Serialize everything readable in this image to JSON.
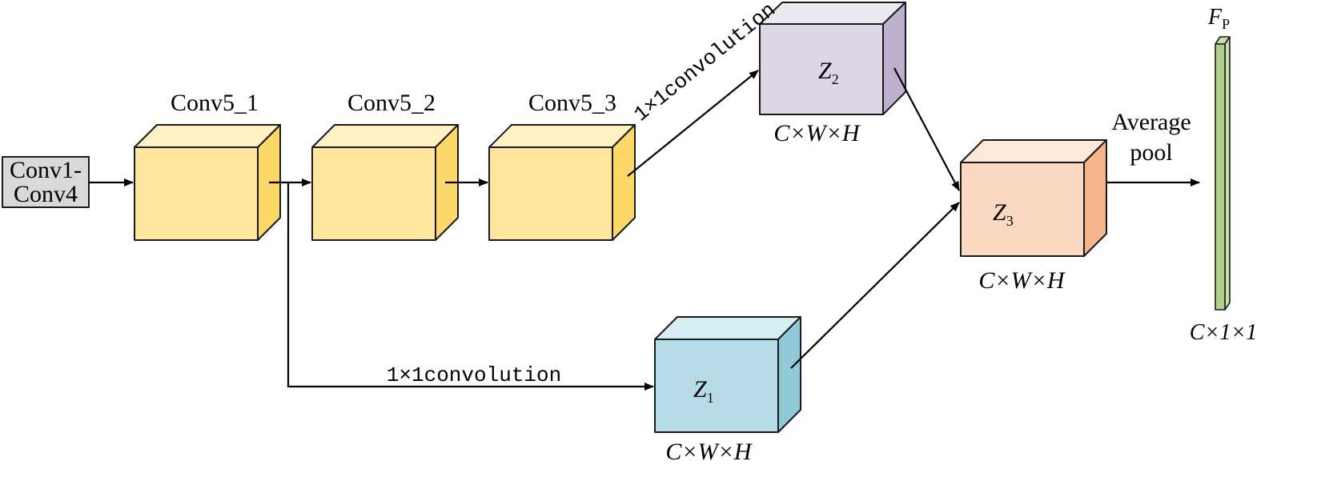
{
  "input_block": {
    "line1": "Conv1-",
    "line2": "Conv4"
  },
  "conv_blocks": [
    {
      "label": "Conv5_1"
    },
    {
      "label": "Conv5_2"
    },
    {
      "label": "Conv5_3"
    }
  ],
  "z_blocks": {
    "z2": {
      "symbol": "Z",
      "subscript": "2",
      "dims": "C×W×H"
    },
    "z1": {
      "symbol": "Z",
      "subscript": "1",
      "dims": "C×W×H"
    },
    "z3": {
      "symbol": "Z",
      "subscript": "3",
      "dims": "C×W×H"
    }
  },
  "edges": {
    "top_conv_label": "1×1convolution",
    "bottom_conv_label": "1×1convolution",
    "pool_label_line1": "Average",
    "pool_label_line2": "pool"
  },
  "output": {
    "symbol": "F",
    "subscript": "P",
    "dims": "C×1×1"
  },
  "colors": {
    "conv_front": "#FFE59E",
    "conv_top": "#FFF1C4",
    "conv_side": "#FCD869",
    "z2_front": "#DDD6E7",
    "z2_top": "#ECE8F2",
    "z2_side": "#BDB1CD",
    "z1_front": "#B6DCE7",
    "z1_top": "#D6EDF4",
    "z1_side": "#8FC8D8",
    "z3_front": "#FBD8C1",
    "z3_top": "#FDE8DA",
    "z3_side": "#F6B48C",
    "input_fill": "#D9D9D9",
    "output_front": "#AFCF88",
    "output_side": "#C9E1A8"
  }
}
